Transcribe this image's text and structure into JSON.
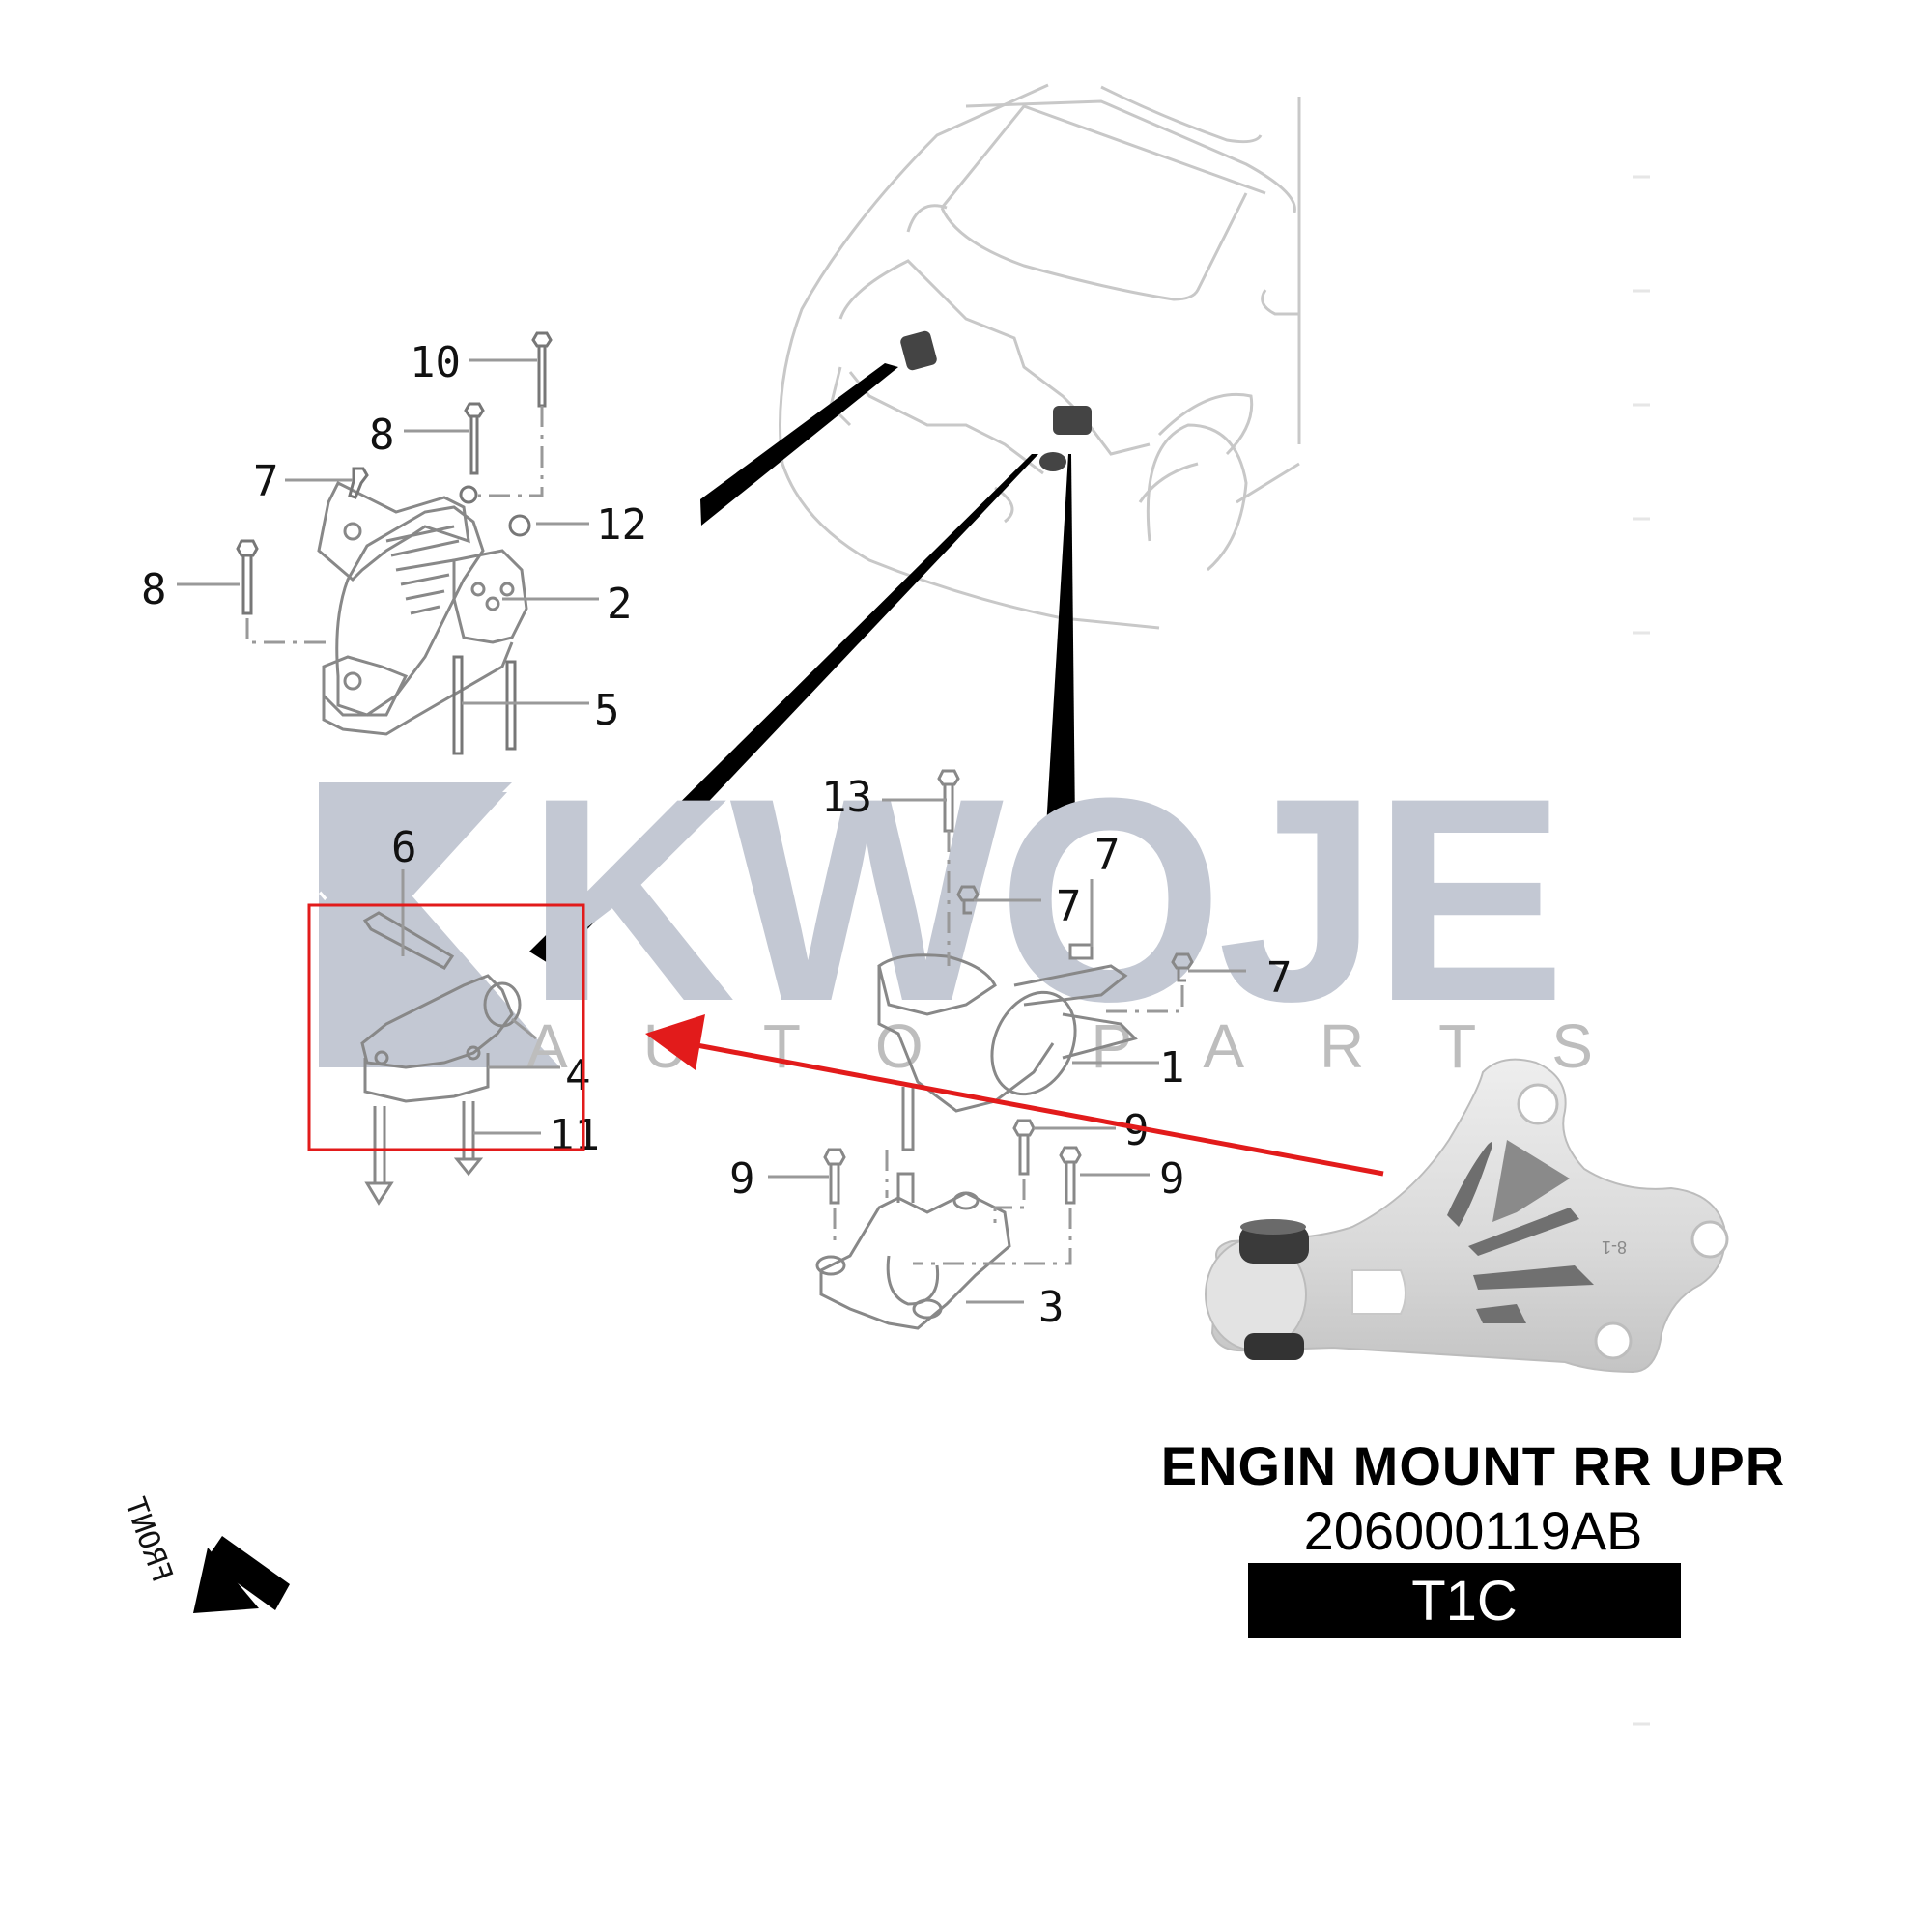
{
  "watermark": {
    "brand": "KWOJE",
    "tagline": "AUTO PARTS",
    "color": "#c3c8d3"
  },
  "product": {
    "title": "ENGIN MOUNT RR UPR",
    "part_number": "206000119AB",
    "model_code": "T1C",
    "casting_mark": "8-1"
  },
  "diagram": {
    "orientation_label": "FRONT",
    "highlight_color": "#e21b1b",
    "callouts": {
      "top_assembly": [
        {
          "id": "c10",
          "label": "10"
        },
        {
          "id": "c8a",
          "label": "8"
        },
        {
          "id": "c7a",
          "label": "7"
        },
        {
          "id": "c12",
          "label": "12"
        },
        {
          "id": "c8b",
          "label": "8"
        },
        {
          "id": "c2",
          "label": "2"
        },
        {
          "id": "c5",
          "label": "5"
        }
      ],
      "rear_mount": [
        {
          "id": "c6",
          "label": "6"
        },
        {
          "id": "c4",
          "label": "4"
        },
        {
          "id": "c11",
          "label": "11"
        }
      ],
      "middle_mount": [
        {
          "id": "c13",
          "label": "13"
        },
        {
          "id": "c7b",
          "label": "7"
        },
        {
          "id": "c7c",
          "label": "7"
        },
        {
          "id": "c7d",
          "label": "7"
        },
        {
          "id": "c1",
          "label": "1"
        }
      ],
      "lower_mount": [
        {
          "id": "c9a",
          "label": "9"
        },
        {
          "id": "c9b",
          "label": "9"
        },
        {
          "id": "c9c",
          "label": "9"
        },
        {
          "id": "c3",
          "label": "3"
        }
      ]
    }
  }
}
